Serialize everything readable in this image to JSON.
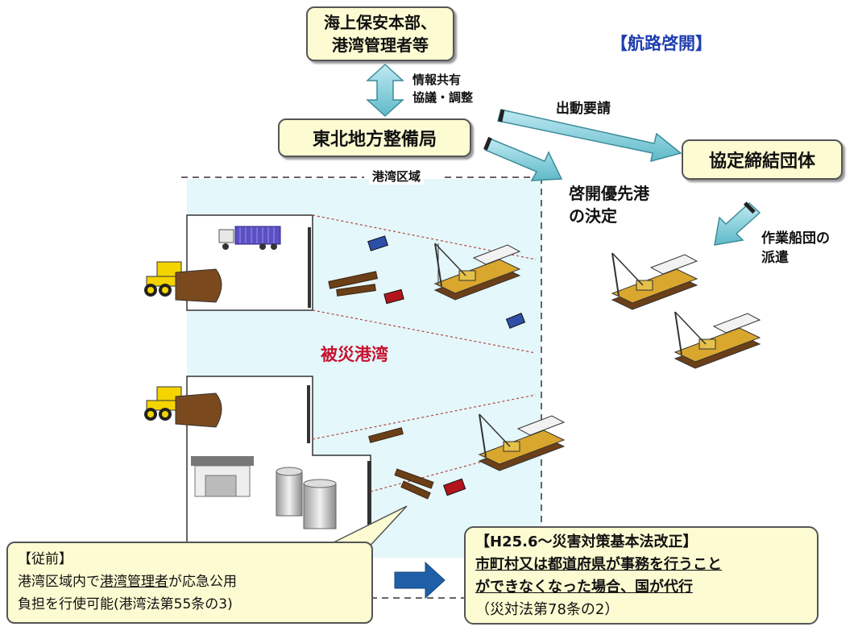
{
  "title": "【航路啓開】",
  "boxes": {
    "coast_guard": "海上保安本部、\n港湾管理者等",
    "regional_bureau": "東北地方整備局",
    "agreement_groups": "協定締結団体"
  },
  "labels": {
    "info_share": "情報共有\n協議・調整",
    "dispatch_request": "出動要請",
    "port_area": "港湾区域",
    "priority_port": "啓開優先港\nの決定",
    "work_fleet": "作業船団の\n派遣",
    "damaged_port": "被災港湾"
  },
  "before": {
    "title": "【従前】",
    "line1_prefix": "港湾区域内で",
    "line1_underlined": "港湾管理者",
    "line1_suffix": "が応急公用",
    "line2": "負担を行使可能(港湾法第55条の3)"
  },
  "after": {
    "title": "【H25.6～災害対策基本法改正】",
    "line1": "市町村又は都道府県が事務を行うこと",
    "line2": "ができなくなった場合、国が代行",
    "line3": "（災対法第78条の2）"
  },
  "colors": {
    "box_fill": "#fdfbd2",
    "harbor_water": "#e4f7fb",
    "arrow_teal": "#7ecfdc",
    "damaged_text": "#c8102e",
    "title_blue": "#1f3fb0",
    "big_arrow": "#1f5fa8"
  }
}
